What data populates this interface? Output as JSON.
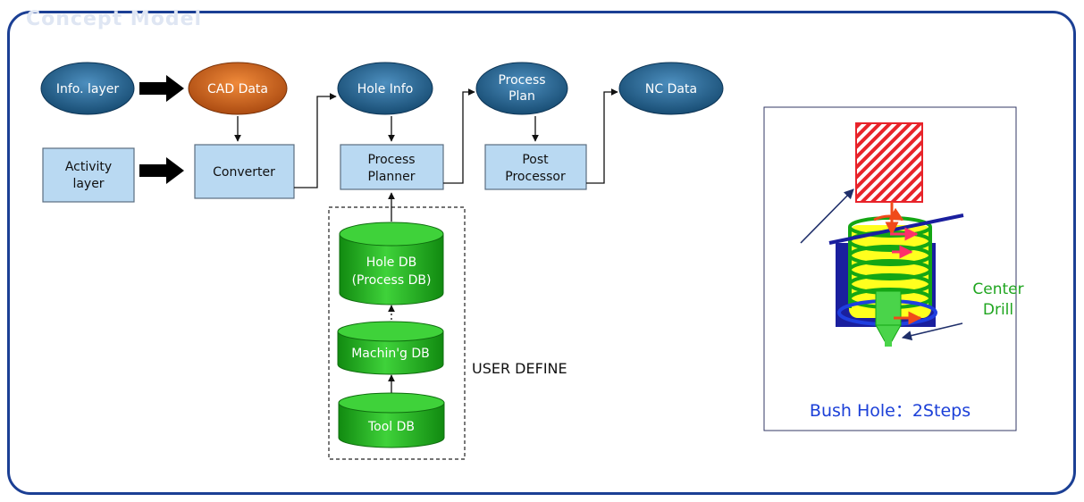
{
  "header": {
    "ghost_title": "Concept Model"
  },
  "flow": {
    "info_layer": "Info. layer",
    "cad_data": "CAD Data",
    "hole_info": "Hole Info",
    "process_plan_line1": "Process",
    "process_plan_line2": "Plan",
    "nc_data": "NC Data",
    "activity_line1": "Activity",
    "activity_line2": "layer",
    "converter": "Converter",
    "process_planner_line1": "Process",
    "process_planner_line2": "Planner",
    "post_processor_line1": "Post",
    "post_processor_line2": "Processor"
  },
  "databases": {
    "hole_db_line1": "Hole DB",
    "hole_db_line2": "(Process DB)",
    "machining_db": "Machin'g DB",
    "tool_db": "Tool DB",
    "user_define": "USER DEFINE"
  },
  "bush_panel": {
    "center_line1": "Center",
    "center_line2": "Drill",
    "caption": "Bush Hole：2Steps"
  },
  "colors": {
    "frame_border": "#1b3f94",
    "ellipse_blue": "#1f5f8e",
    "ellipse_orange": "#c8601e",
    "box_fill": "#b9d9f2",
    "db_green": "#22b01c",
    "caption_blue": "#1c40d8",
    "center_green": "#1fa51f"
  }
}
